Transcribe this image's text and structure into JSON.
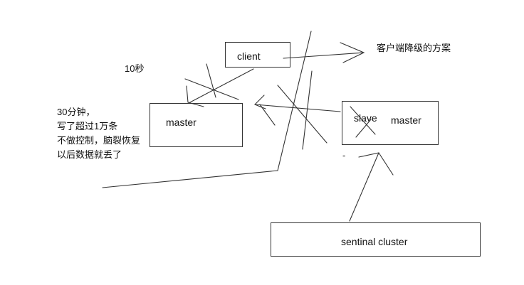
{
  "client_label": "client",
  "master_left_label": "master",
  "slave_label": "slave",
  "master_right_label": "master",
  "sentinel_label": "sentinal cluster",
  "client_downgrade_note": "客户端降级的方案",
  "seconds_note": "10秒",
  "note_lines": [
    "30分钟，",
    "写了超过1万条",
    "不做控制，脑裂恢复",
    "以后数据就丢了"
  ],
  "stray_mark": "-"
}
